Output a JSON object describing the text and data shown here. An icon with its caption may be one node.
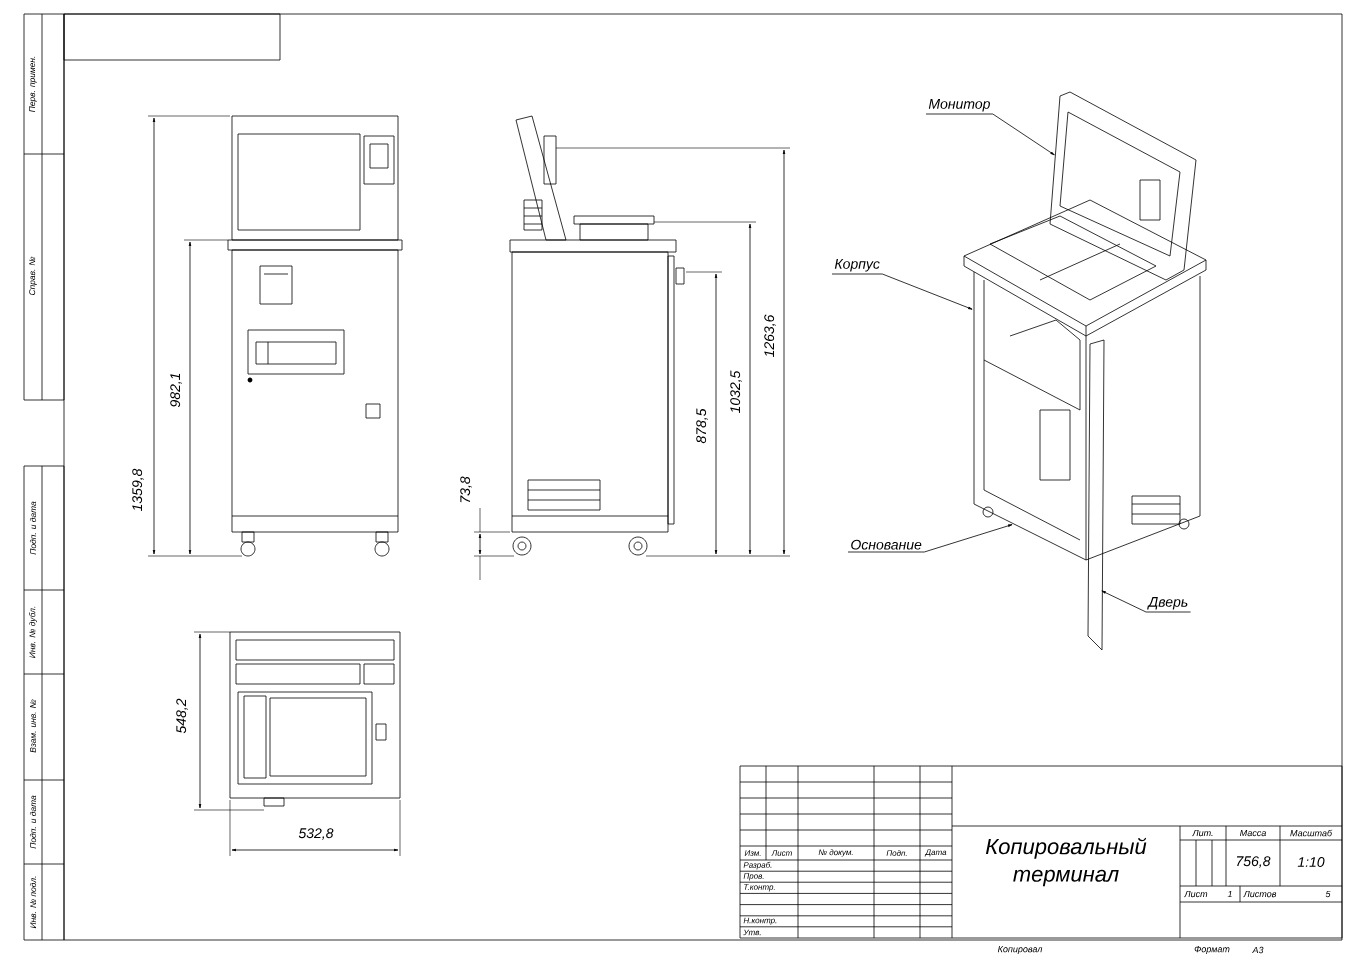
{
  "diagram": {
    "nodes": [
      {
        "text": [
          "Монитор"
        ]
      },
      {
        "text": [
          "Корпус"
        ]
      },
      {
        "text": [
          "Основание"
        ]
      },
      {
        "text": [
          "Дверь"
        ]
      }
    ],
    "edges": [
      {
        "from": 0,
        "to": null,
        "arrow": "to"
      },
      {
        "from": 1,
        "to": null,
        "arrow": "to"
      },
      {
        "from": 2,
        "to": null,
        "arrow": "to"
      },
      {
        "from": 3,
        "to": null,
        "arrow": "to"
      }
    ],
    "labels": [
      "1359,8",
      "982,1",
      "73,8",
      "878,5",
      "1032,5",
      "1263,6",
      "548,2",
      "532,8",
      "Перв. примен.",
      "Справ. №",
      "Подп. и дата",
      "Инв. № дубл.",
      "Взам. инв. №",
      "Подп. и дата",
      "Инв. № подл.",
      "Изм.",
      "Лист",
      "№ докум.",
      "Подп.",
      "Дата",
      "Разраб.",
      "Пров.",
      "Т.контр.",
      "Н.контр.",
      "Утв.",
      "Копировальный терминал",
      "Лит.",
      "Масса",
      "Масштаб",
      "756,8",
      "1:10",
      "Лист",
      "1",
      "Листов",
      "5",
      "Копировал",
      "Формат",
      "A3"
    ]
  }
}
